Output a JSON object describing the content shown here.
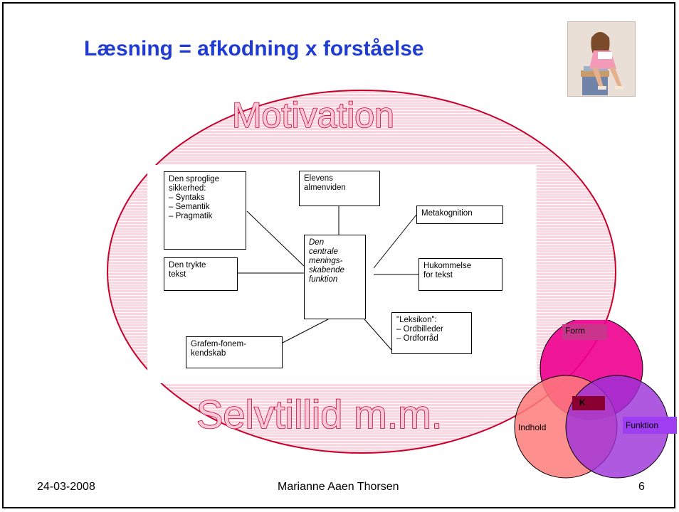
{
  "slide": {
    "title": "Læsning = afkodning x forståelse",
    "outer_top_word": "Motivation",
    "outer_bottom_word": "Selvtillid m.m.",
    "footer": {
      "date": "24-03-2008",
      "author": "Marianne Aaen Thorsen",
      "page_number": "6"
    }
  },
  "diagram": {
    "center": "Den\ncentrale\nmenings-\nskabende\nfunktion",
    "boxes": {
      "sproglige": "Den sproglige\nsikkerhed:\n– Syntaks\n– Semantik\n– Pragmatik",
      "almenviden": "Elevens\nalmenviden",
      "metakognition": "Metakognition",
      "trykte": "Den trykte\ntekst",
      "hukommelse": "Hukommelse\nfor tekst",
      "leksikon": "\"Leksikon\":\n– Ordbilleder\n– Ordforråd",
      "grafem": "Grafem-fonem-\nkendskab"
    }
  },
  "venn": {
    "top_label": "Form",
    "left_label": "Indhold",
    "right_label": "Funktion",
    "center_label": "K",
    "colors": {
      "form": "#ee008e",
      "indhold": "#fd7b7b",
      "funktion": "#9b30d9",
      "label_form": "#c8358a",
      "label_funktion": "#9f3df0",
      "label_center": "#8a0030"
    }
  },
  "colors": {
    "title": "#1f3bd1",
    "ellipse_fill": "#f9c9d6",
    "ellipse_stroke": "#c8002a"
  }
}
